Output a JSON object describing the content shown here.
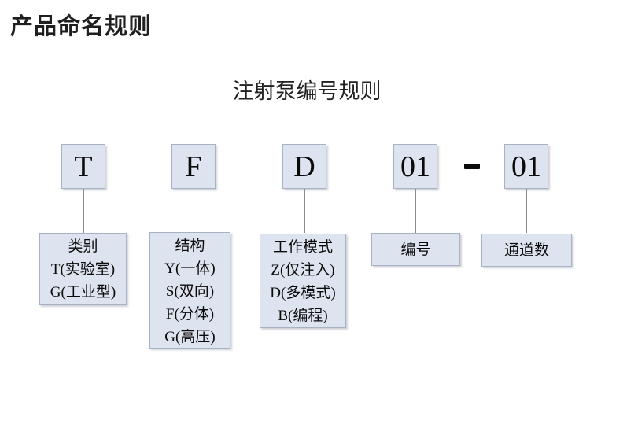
{
  "page": {
    "heading": "产品命名规则",
    "title": "注射泵编号规则"
  },
  "diagram": {
    "code_boxes": [
      "T",
      "F",
      "D",
      "01",
      "01"
    ],
    "separator": "-",
    "legend_boxes": [
      {
        "lines": [
          "类别",
          "T(实验室)",
          "G(工业型)"
        ]
      },
      {
        "lines": [
          "结构",
          "Y(一体)",
          "S(双向)",
          "F(分体)",
          "G(高压)"
        ]
      },
      {
        "lines": [
          "工作模式",
          "Z(仅注入)",
          "D(多模式)",
          "B(编程)"
        ]
      },
      {
        "lines": [
          "编号"
        ]
      },
      {
        "lines": [
          "通道数"
        ]
      }
    ]
  },
  "colors": {
    "box_fill": "#dde3ef",
    "box_border": "#a7b2c4",
    "connector_line": "#8c8c8c",
    "dash": "#0b0b0b",
    "heading_text": "#1f1f1f",
    "body_text": "#0a0a0a",
    "background": "#ffffff"
  }
}
